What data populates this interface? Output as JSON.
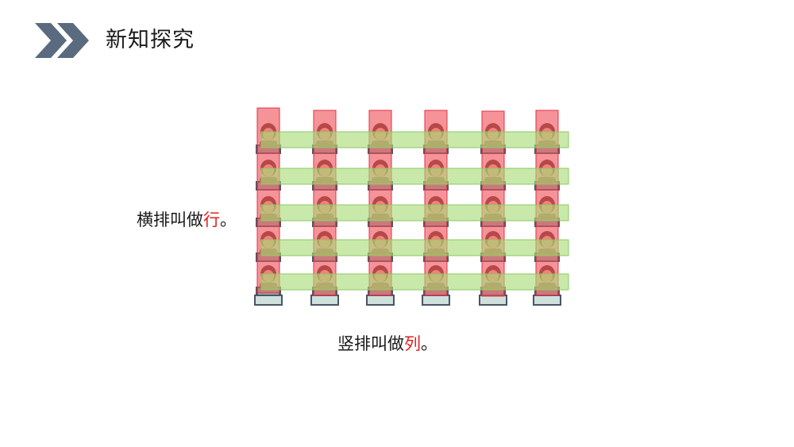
{
  "header": {
    "title": "新知探究",
    "icon": "double-chevron-right-icon"
  },
  "captions": {
    "row_prefix": "横排叫做",
    "row_term": "行",
    "row_suffix": "。",
    "col_prefix": "竖排叫做",
    "col_term": "列",
    "col_suffix": "。"
  },
  "classroom": {
    "columns": 6,
    "rows": 5,
    "column_highlight_color": "#f0505a",
    "row_highlight_color": "#a8dc78",
    "accent_color": "#e02020",
    "chevron_color": "#5a6b80"
  }
}
